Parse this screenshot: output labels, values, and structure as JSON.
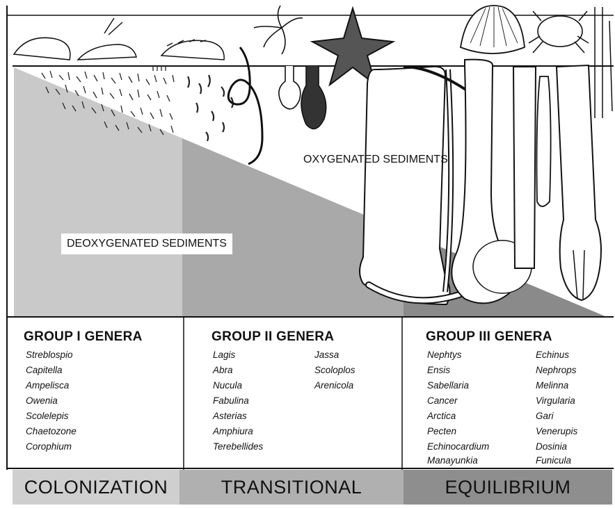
{
  "labels": {
    "deoxygenated": "DEOXYGENATED SEDIMENTS",
    "oxygenated": "OXYGENATED SEDIMENTS"
  },
  "groups": [
    {
      "title": "GROUP  I  GENERA",
      "columns": [
        [
          "Streblospio",
          "Capitella",
          "Ampelisca",
          "Owenia",
          "Scolelepis",
          "Chaetozone",
          "Corophium"
        ]
      ]
    },
    {
      "title": "GROUP  II  GENERA",
      "columns": [
        [
          "Lagis",
          "Abra",
          "Nucula",
          "Fabulina",
          "Asterias",
          "Amphiura",
          "Terebellides"
        ],
        [
          "Jassa",
          "Scoloplos",
          "Arenicola"
        ]
      ]
    },
    {
      "title": "GROUP  III  GENERA",
      "columns": [
        [
          "Nephtys",
          "Ensis",
          "Sabellaria",
          "Cancer",
          "Arctica",
          "Pecten",
          "Echinocardium",
          "Manayunkia"
        ],
        [
          "Echinus",
          "Nephrops",
          "Melinna",
          "Virgularia",
          "Gari",
          "Venerupis",
          "Dosinia",
          "Funicula"
        ]
      ]
    }
  ],
  "stages": [
    "COLONIZATION",
    "TRANSITIONAL",
    "EQUILIBRIUM"
  ],
  "colors": {
    "deox_light": "#c9c9c9",
    "deox_mid": "#a9a9a9",
    "deox_dark": "#8a8a8a",
    "stage_light": "#cfcfcf",
    "stage_mid": "#b0b0b0",
    "stage_dark": "#8e8e8e",
    "ink": "#111111"
  }
}
